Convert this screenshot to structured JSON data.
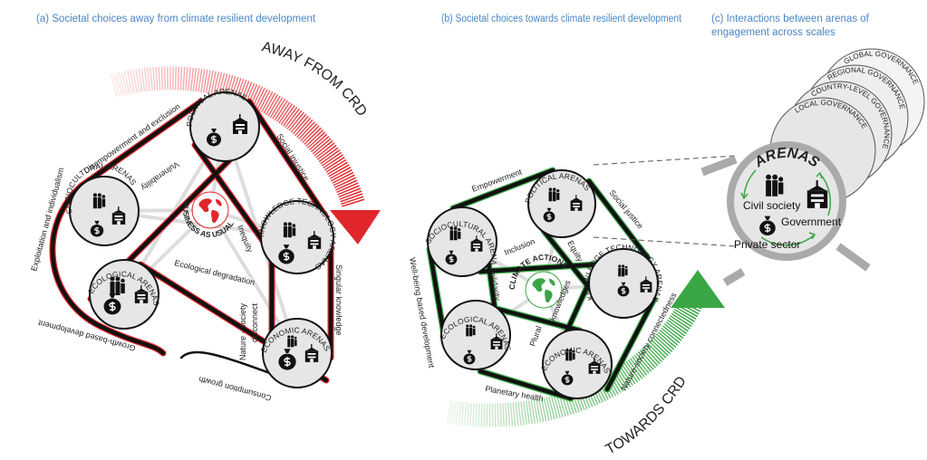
{
  "panel_a": {
    "title": "(a) Societal choices away from climate resilient development",
    "direction_label": "AWAY FROM CRD",
    "center_label": "BUSINESS AS USUAL",
    "arenas": {
      "political": "POLITICAL ARENAS",
      "sociocultural": "SOCIOCULTURAL ARENAS",
      "ecological": "ECOLOGICAL ARENAS",
      "knowledge": "KNOWLEDGE TECHNOLOGY ARENAS",
      "economic": "ECONOMIC ARENAS"
    },
    "links": {
      "disempowerment": "Disempowerment and exclusion",
      "exploitation": "Exploitation and individualism",
      "vulnerability": "Vulnerability",
      "inequity": "Inequity",
      "social_injustice": "Social injustice",
      "ecological_degradation": "Ecological degradation",
      "singular_knowledge": "Singular knowledge",
      "nature_disconnect_1": "Nature - society",
      "nature_disconnect_2": "disconnect",
      "growth_based": "Growth-based development",
      "consumption_growth": "Consumption growth"
    },
    "accent_color": "#e0262b"
  },
  "panel_b": {
    "title": "(b) Societal choices towards climate resilient development",
    "direction_label": "TOWARDS CRD",
    "center_label": "CLIMATE ACTIONS",
    "arenas": {
      "political": "POLITICAL ARENAS",
      "sociocultural": "SOCIOCULTURAL ARENAS",
      "ecological": "ECOLOGICAL ARENAS",
      "knowledge": "KNOWLEDGE TECHNOLOGY ARENAS",
      "economic": "ECONOMIC ARENAS"
    },
    "links": {
      "empowerment": "Empowerment",
      "social_justice": "Social justice",
      "inclusion": "Inclusion",
      "equity": "Equity",
      "solidarity": "Solidarity",
      "plural_knowledges_1": "Plural",
      "plural_knowledges_2": "knowledges",
      "wellbeing": "Well-being based development",
      "planetary_health": "Planetary health",
      "nature_connectedness": "Nature-society connectedness"
    },
    "accent_color": "#3aa645"
  },
  "panel_c": {
    "title_line1": "(c) Interactions between arenas of",
    "title_line2": "engagement across scales",
    "governance_levels": [
      "GLOBAL GOVERNANCE",
      "REGIONAL GOVERNANCE",
      "COUNTRY-LEVEL GOVERNANCE",
      "LOCAL GOVERNANCE"
    ],
    "arenas_label": "ARENAS",
    "actors": {
      "civil_society": "Civil society",
      "government": "Government",
      "private_sector": "Private sector"
    }
  }
}
